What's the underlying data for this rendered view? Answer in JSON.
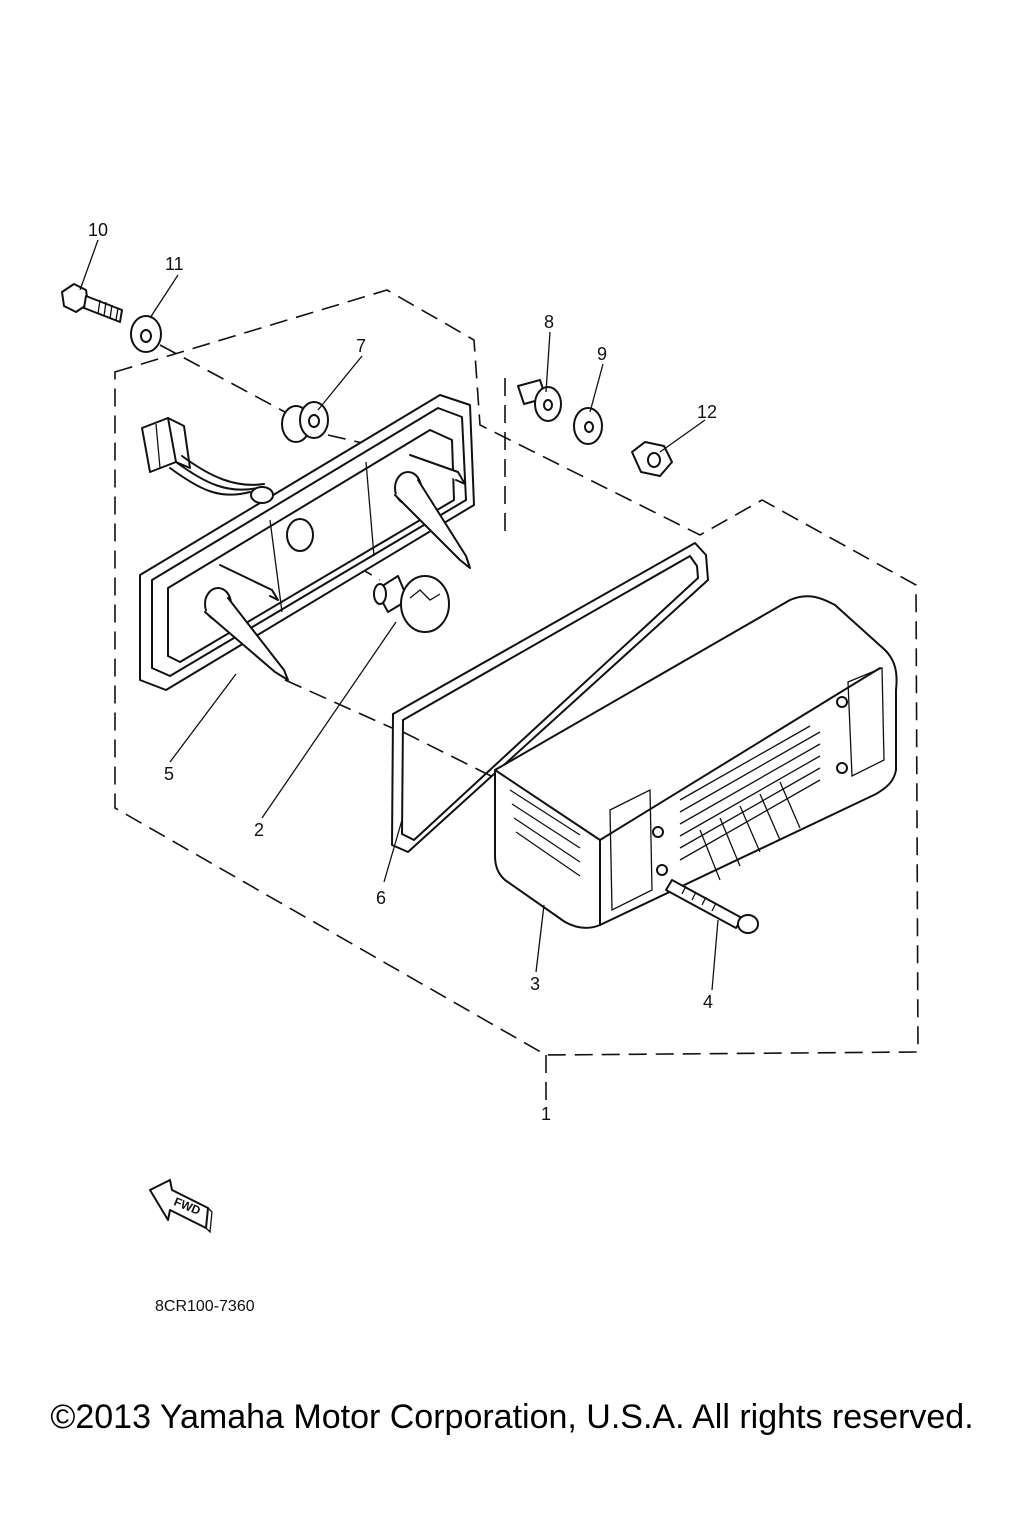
{
  "diagram": {
    "part_labels": [
      "1",
      "2",
      "3",
      "4",
      "5",
      "6",
      "7",
      "8",
      "9",
      "10",
      "11",
      "12"
    ],
    "fwd_label": "FWD",
    "drawing_code": "8CR100-7360"
  },
  "footer": {
    "copyright": "©2013 Yamaha Motor Corporation, U.S.A. All rights reserved."
  }
}
